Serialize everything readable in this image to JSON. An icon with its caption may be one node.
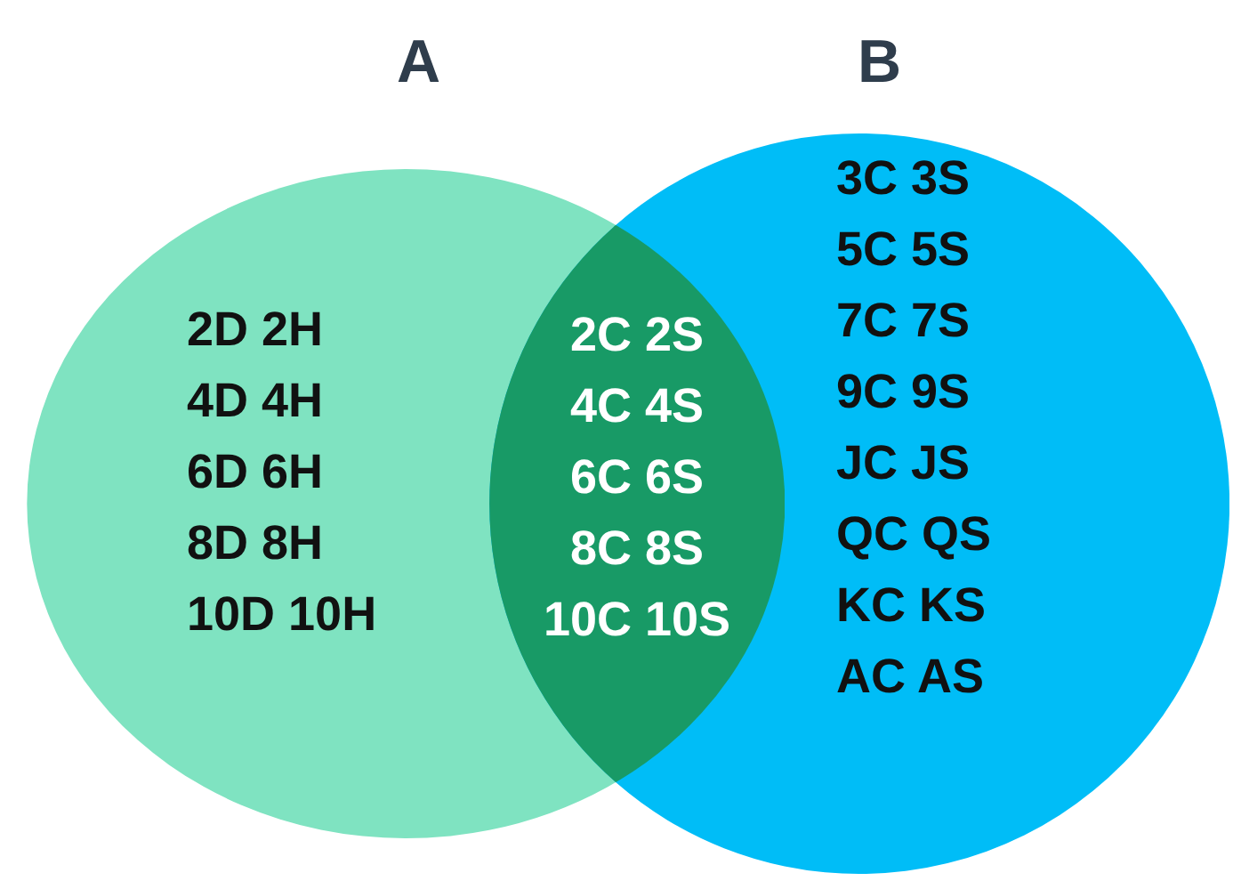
{
  "diagram": {
    "nodes": [
      {
        "text": [
          "A",
          "2D 2H",
          "4D 4H",
          "6D 6H",
          "8D 8H",
          "10D 10H"
        ]
      },
      {
        "text": [
          "B",
          "3C 3S",
          "5C 5S",
          "7C 7S",
          "9C 9S",
          "JC JS",
          "QC QS",
          "KC KS",
          "AC AS"
        ]
      },
      {
        "text": [
          "2C 2S",
          "4C 4S",
          "6C 6S",
          "8C 8S",
          "10C 10S"
        ]
      }
    ]
  }
}
